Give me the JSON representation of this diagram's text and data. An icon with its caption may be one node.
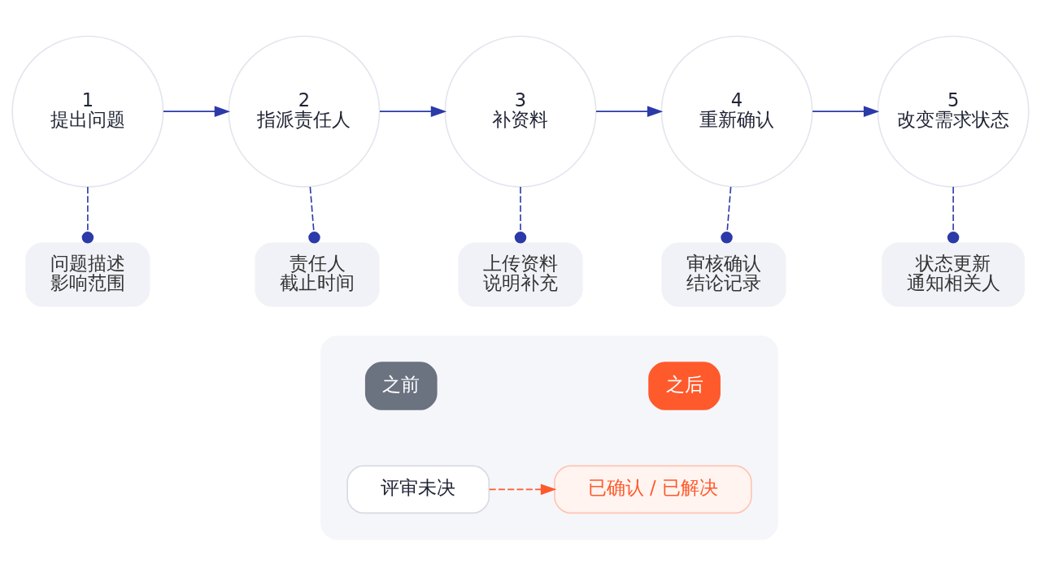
{
  "diagram": {
    "nodes": [
      {
        "text": [
          "1",
          "提出问题"
        ]
      },
      {
        "text": [
          "2",
          "指派责任人"
        ]
      },
      {
        "text": [
          "3",
          "补资料"
        ]
      },
      {
        "text": [
          "4",
          "重新确认"
        ]
      },
      {
        "text": [
          "5",
          "改变需求状态"
        ]
      },
      {
        "text": [
          "问题描述",
          "影响范围"
        ]
      },
      {
        "text": [
          "责任人",
          "截止时间"
        ]
      },
      {
        "text": [
          "上传资料",
          "说明补充"
        ]
      },
      {
        "text": [
          "审核确认",
          "结论记录"
        ]
      },
      {
        "text": [
          "状态更新",
          "通知相关人"
        ]
      },
      {
        "text": [],
        "shape": "box"
      },
      {
        "text": [
          "之前"
        ],
        "in": 10
      },
      {
        "text": [
          "之后"
        ],
        "in": 10
      },
      {
        "text": [
          "评审未决"
        ],
        "in": 10
      },
      {
        "text": [
          "已确认 / 已解决"
        ],
        "in": 10
      }
    ],
    "edges": [
      {
        "from": 0,
        "to": 1,
        "arrow": "to"
      },
      {
        "from": 1,
        "to": 2,
        "arrow": "to"
      },
      {
        "from": 2,
        "to": 3,
        "arrow": "to"
      },
      {
        "from": 3,
        "to": 4,
        "arrow": "to"
      },
      {
        "from": 0,
        "to": 5,
        "arrow": "other",
        "style": "dashed"
      },
      {
        "from": 1,
        "to": 6,
        "arrow": "other",
        "style": "dashed"
      },
      {
        "from": 2,
        "to": 7,
        "arrow": "other",
        "style": "dashed"
      },
      {
        "from": 3,
        "to": 8,
        "arrow": "other",
        "style": "dashed"
      },
      {
        "from": 4,
        "to": 9,
        "arrow": "other",
        "style": "dashed"
      },
      {
        "from": 13,
        "to": 14,
        "arrow": "to",
        "style": "dashed",
        "color": "#ff5a2c"
      }
    ]
  }
}
